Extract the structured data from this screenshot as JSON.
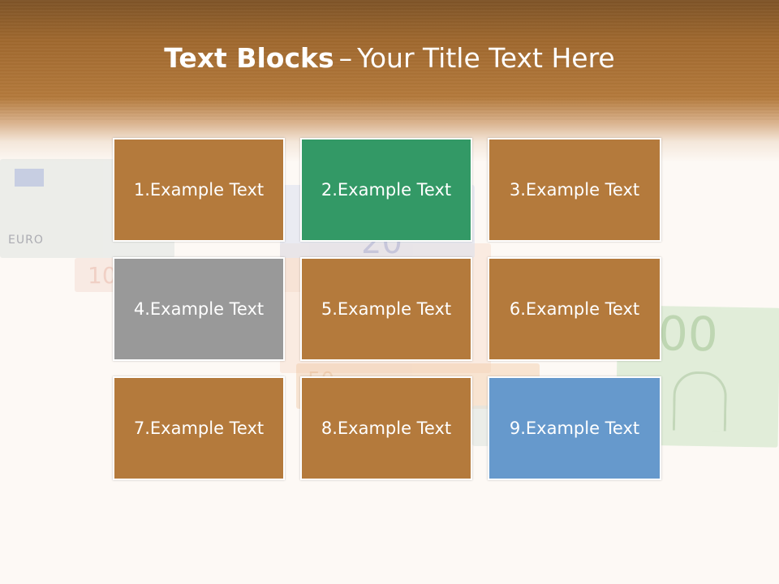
{
  "slide": {
    "title_bold": "Text Blocks",
    "title_dash": "–",
    "title_rest": "Your Title Text Here"
  },
  "blocks": [
    {
      "label": "1.Example Text",
      "color": "#b47a3c"
    },
    {
      "label": "2.Example Text",
      "color": "#339966"
    },
    {
      "label": "3.Example Text",
      "color": "#b47a3c"
    },
    {
      "label": "4.Example Text",
      "color": "#999999"
    },
    {
      "label": "5.Example Text",
      "color": "#b47a3c"
    },
    {
      "label": "6.Example Text",
      "color": "#b47a3c"
    },
    {
      "label": "7.Example Text",
      "color": "#b47a3c"
    },
    {
      "label": "8.Example Text",
      "color": "#b47a3c"
    },
    {
      "label": "9.Example Text",
      "color": "#6699cc"
    }
  ],
  "background_notes": {
    "note_5_label": "EURO",
    "note_10_number": "10",
    "note_20_number": "20",
    "note_50_number": "50",
    "note_100_number": "00"
  }
}
